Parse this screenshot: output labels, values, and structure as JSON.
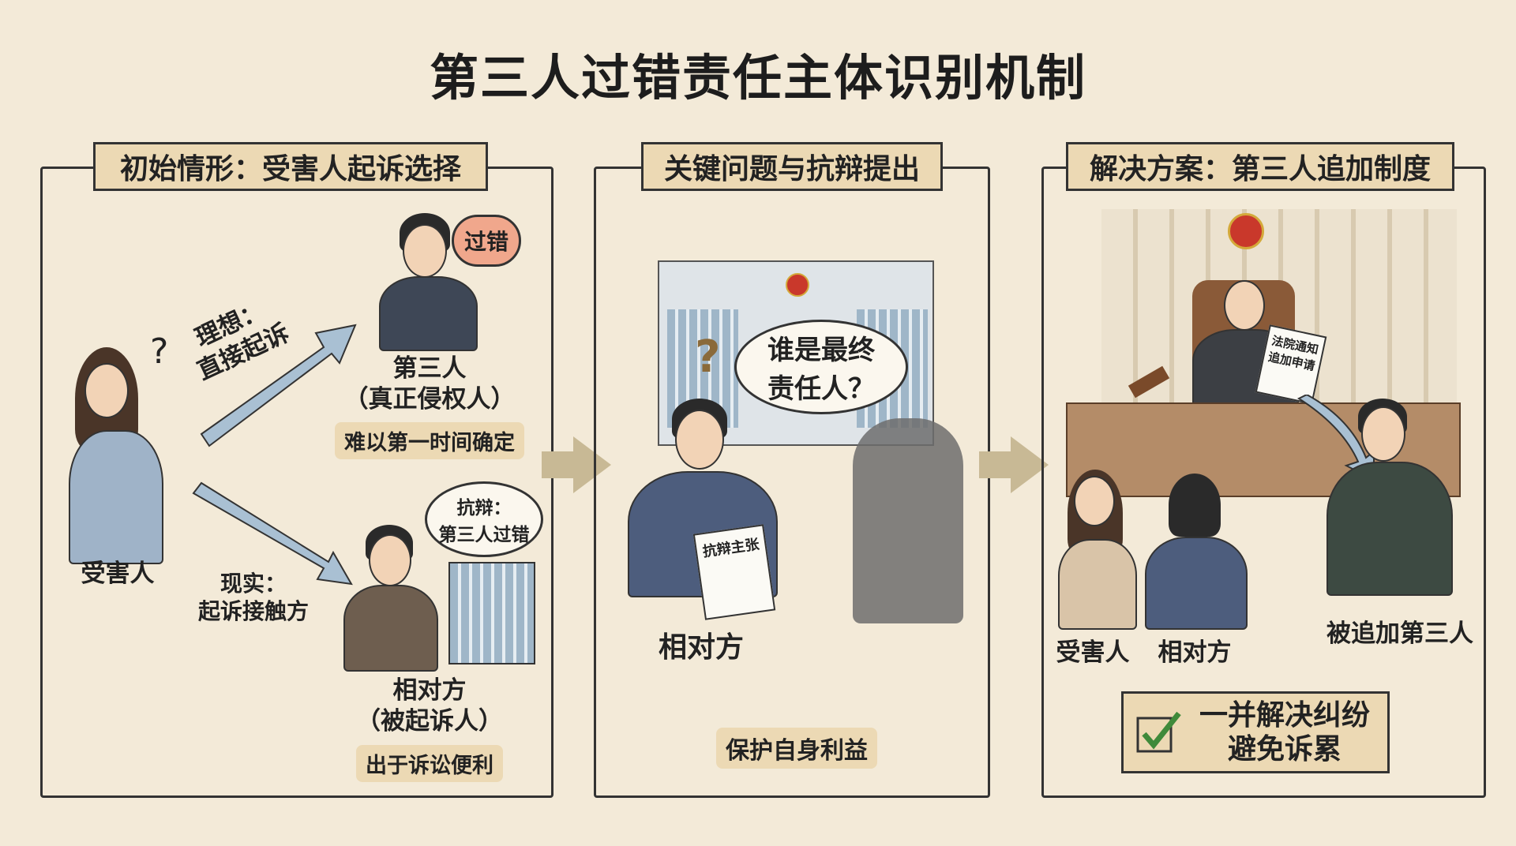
{
  "title": "第三人过错责任主体识别机制",
  "panels": [
    {
      "header": "初始情形：受害人起诉选择",
      "victim": "受害人",
      "question_mark": "?",
      "ideal": "理想：",
      "ideal2": "直接起诉",
      "reality": "现实：",
      "reality2": "起诉接触方",
      "third_party_bubble": "过错",
      "third_party": "第三人",
      "third_party_sub": "（真正侵权人）",
      "third_party_badge": "难以第一时间确定",
      "thought": "抗辩：",
      "thought2": "第三人过错",
      "respondent": "相对方",
      "respondent_sub": "（被起诉人）",
      "respondent_badge": "出于诉讼便利"
    },
    {
      "header": "关键问题与抗辩提出",
      "question_mark": "?",
      "bubble1": "谁是最终",
      "bubble2": "责任人？",
      "document": "抗辩主张",
      "respondent": "相对方",
      "badge": "保护自身利益"
    },
    {
      "header": "解决方案：第三人追加制度",
      "document1": "法院通知",
      "document2": "追加申请",
      "victim": "受害人",
      "respondent": "相对方",
      "added_third_party": "被追加第三人",
      "result1": "一并解决纠纷",
      "result2": "避免诉累"
    }
  ]
}
